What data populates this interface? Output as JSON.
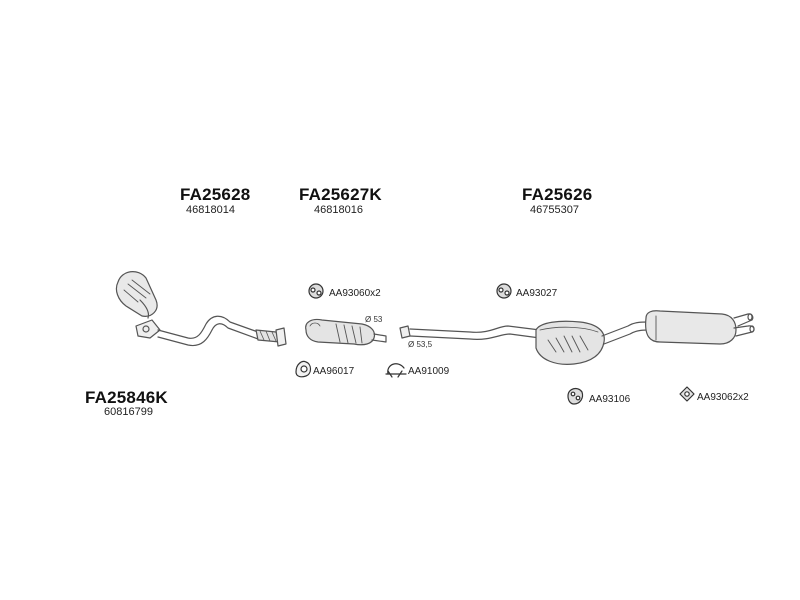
{
  "parts": [
    {
      "code": "FA25628",
      "oe": "46818014"
    },
    {
      "code": "FA25627K",
      "oe": "46818016"
    },
    {
      "code": "FA25626",
      "oe": "46755307"
    },
    {
      "code": "FA25846K",
      "oe": "60816799"
    }
  ],
  "accessories": [
    {
      "label": "AA93060x2",
      "icon": "rubber-hanger-icon"
    },
    {
      "label": "AA93027",
      "icon": "rubber-hanger-icon"
    },
    {
      "label": "AA96017",
      "icon": "gasket-ring-icon"
    },
    {
      "label": "AA91009",
      "icon": "pipe-clamp-icon"
    },
    {
      "label": "AA93106",
      "icon": "rubber-hanger-icon"
    },
    {
      "label": "AA93062x2",
      "icon": "rubber-hanger-icon"
    }
  ],
  "dimensions": [
    {
      "label": "Ø 53"
    },
    {
      "label": "Ø 53,5"
    }
  ],
  "colors": {
    "line": "#555555",
    "fill": "#e6e6e6",
    "text": "#111111"
  }
}
